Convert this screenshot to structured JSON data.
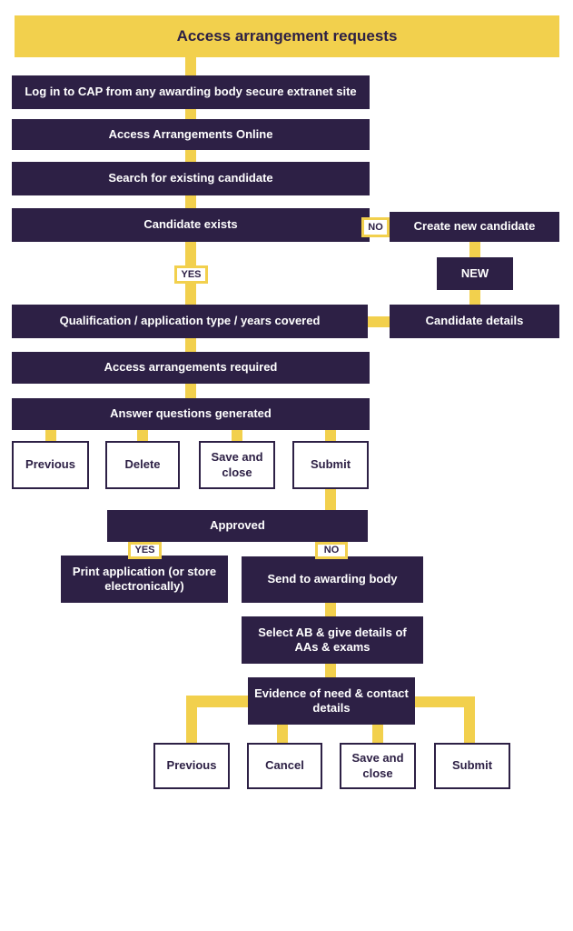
{
  "title": "Access arrangement requests",
  "colors": {
    "purple": "#2d2045",
    "yellow": "#f2d04d",
    "background": "#ffffff"
  },
  "nodes": {
    "login": "Log in to CAP from any awarding body secure extranet site",
    "access_arrangements_online": "Access Arrangements Online",
    "search_candidate": "Search for existing candidate",
    "candidate_exists": "Candidate exists",
    "create_new_candidate": "Create new candidate",
    "new_step": "NEW",
    "qualification": "Qualification / application type / years covered",
    "candidate_details": "Candidate details",
    "access_arrangements_required": "Access arrangements required",
    "answer_questions_generated": "Answer questions generated",
    "previous_1": "Previous",
    "delete": "Delete",
    "save_and_close_1": "Save and close",
    "submit_1": "Submit",
    "approved": "Approved",
    "print_application": "Print application (or store electronically)",
    "send_to_awarding_body": "Send to awarding body",
    "select_ab": "Select AB & give details of AAs & exams",
    "evidence": "Evidence of need & contact details",
    "previous_2": "Previous",
    "cancel": "Cancel",
    "save_and_close_2": "Save and close",
    "submit_2": "Submit"
  },
  "decision_labels": {
    "no_1": "NO",
    "yes_1": "YES",
    "yes_2": "YES",
    "no_2": "NO"
  }
}
